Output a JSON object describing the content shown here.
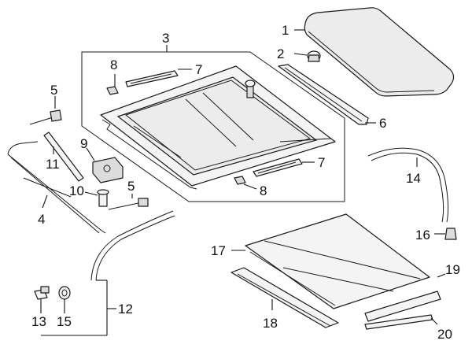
{
  "callouts": [
    {
      "id": "c1",
      "label": "1",
      "part": "sunroof-glass-panel"
    },
    {
      "id": "c2",
      "label": "2",
      "part": "panel-bolt"
    },
    {
      "id": "c3",
      "label": "3",
      "part": "sunroof-frame-assembly"
    },
    {
      "id": "c4",
      "label": "4",
      "part": "glass-seal"
    },
    {
      "id": "c5a",
      "label": "5",
      "part": "drain-bracket-upper"
    },
    {
      "id": "c5b",
      "label": "5",
      "part": "drain-bracket-lower"
    },
    {
      "id": "c6",
      "label": "6",
      "part": "guide-rail"
    },
    {
      "id": "c7a",
      "label": "7",
      "part": "mechanism-rear"
    },
    {
      "id": "c7b",
      "label": "7",
      "part": "mechanism-front"
    },
    {
      "id": "c8a",
      "label": "8",
      "part": "clip-rear"
    },
    {
      "id": "c8b",
      "label": "8",
      "part": "clip-front"
    },
    {
      "id": "c9",
      "label": "9",
      "part": "sunroof-motor"
    },
    {
      "id": "c10",
      "label": "10",
      "part": "motor-screw"
    },
    {
      "id": "c11",
      "label": "11",
      "part": "wind-deflector"
    },
    {
      "id": "c12",
      "label": "12",
      "part": "drain-hose-front"
    },
    {
      "id": "c13",
      "label": "13",
      "part": "hose-connector"
    },
    {
      "id": "c14",
      "label": "14",
      "part": "drain-hose-rear"
    },
    {
      "id": "c15",
      "label": "15",
      "part": "grommet"
    },
    {
      "id": "c16",
      "label": "16",
      "part": "hose-end-valve"
    },
    {
      "id": "c17",
      "label": "17",
      "part": "sunshade-assembly"
    },
    {
      "id": "c18",
      "label": "18",
      "part": "sunshade-handle"
    },
    {
      "id": "c19",
      "label": "19",
      "part": "sunshade-trim"
    },
    {
      "id": "c20",
      "label": "20",
      "part": "sunshade-strip"
    }
  ]
}
